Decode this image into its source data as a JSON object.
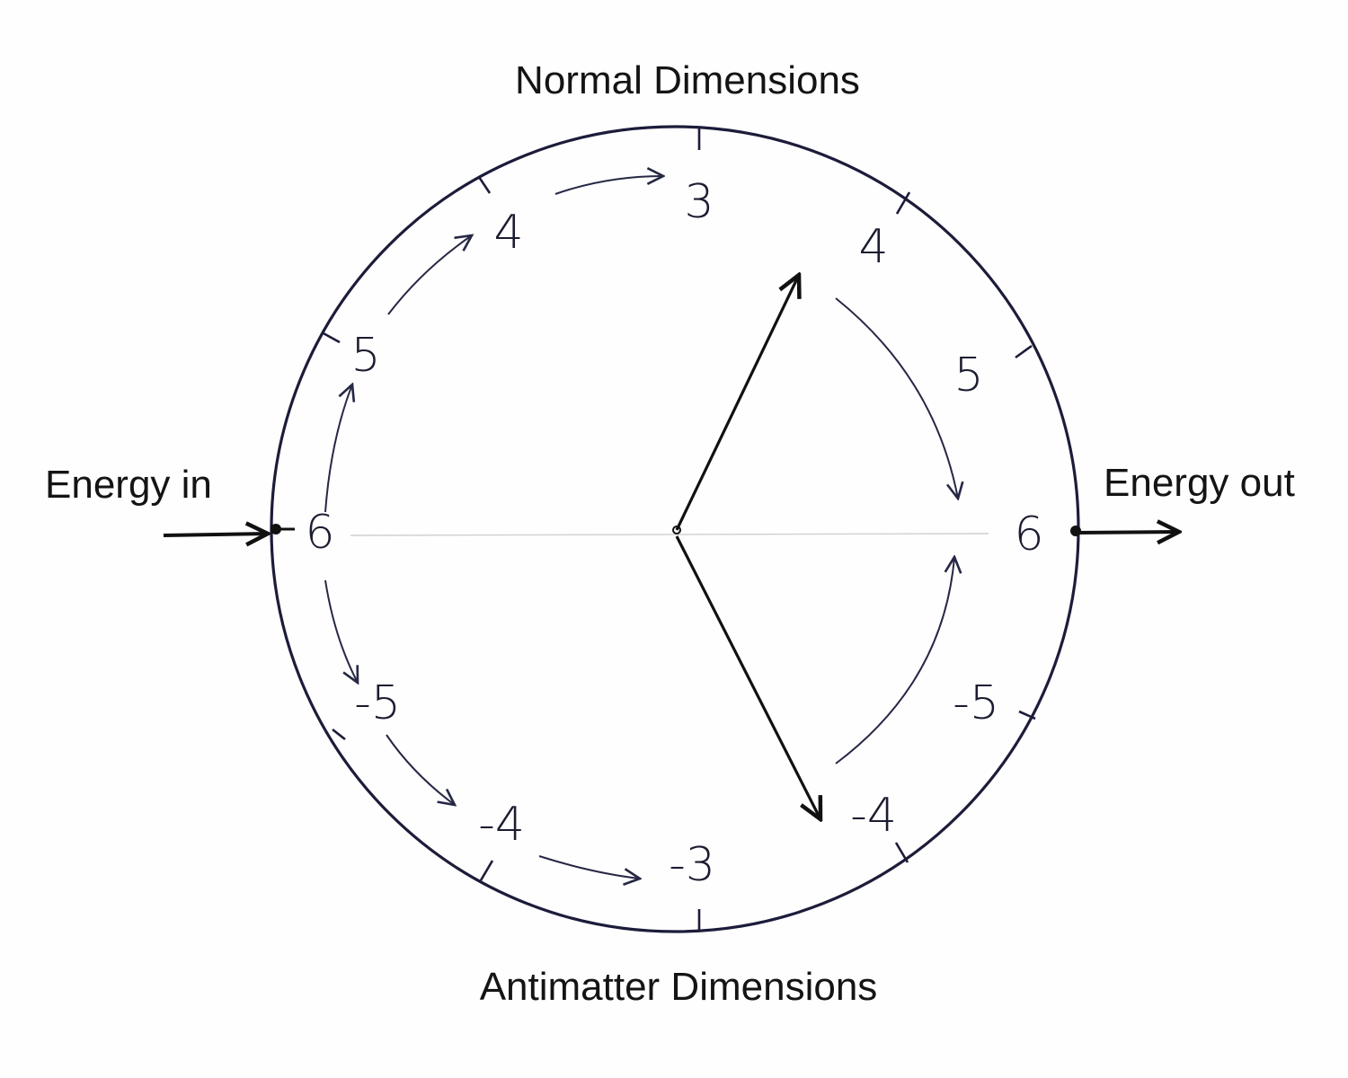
{
  "diagram": {
    "title_top": "Normal Dimensions",
    "title_bottom": "Antimatter Dimensions",
    "energy_in_label": "Energy in",
    "energy_out_label": "Energy out",
    "left_labels": {
      "normal_3": "3",
      "normal_4": "4",
      "normal_5": "5",
      "start_6": "6",
      "anti_5": "-5",
      "anti_4": "-4",
      "anti_3": "-3"
    },
    "right_labels": {
      "normal_4": "4",
      "normal_5": "5",
      "end_6": "6",
      "anti_5": "-5",
      "anti_4": "-4"
    },
    "colors": {
      "ink": "#1c1c3a",
      "axis": "#cfcfcf",
      "text": "#141414"
    }
  }
}
